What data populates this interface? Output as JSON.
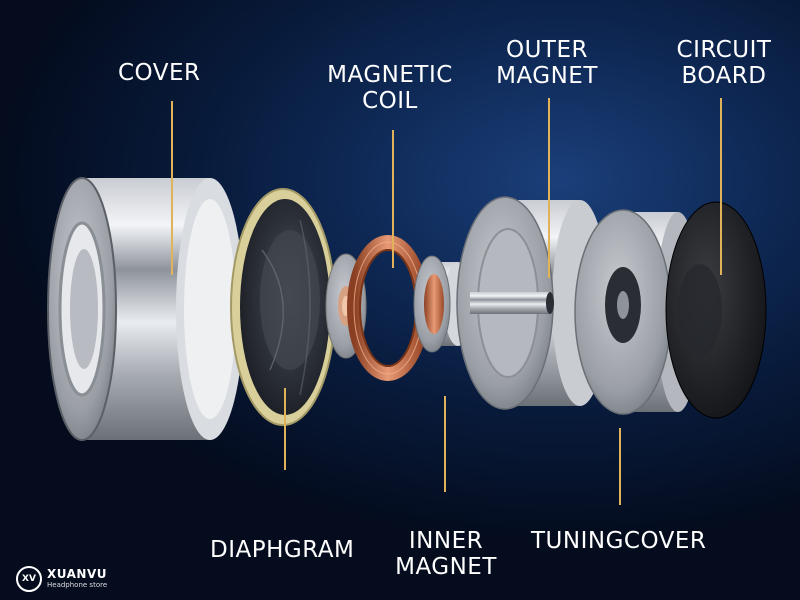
{
  "labels": {
    "cover": "COVER",
    "magnetic_coil_1": "MAGNETIC",
    "magnetic_coil_2": "COIL",
    "outer_magnet_1": "OUTER",
    "outer_magnet_2": "MAGNET",
    "circuit_board_1": "CIRCUIT",
    "circuit_board_2": "BOARD",
    "diaphgram": "DIAPHGRAM",
    "inner_magnet_1": "INNER",
    "inner_magnet_2": "MAGNET",
    "tuningcover": "TUNINGCOVER"
  },
  "logo": {
    "name": "XUANVU",
    "subtitle": "Headphone store",
    "mark": "XV"
  },
  "colors": {
    "leader_line": "#e0b25a",
    "copper": "#c9714e",
    "background": "#0f2a57"
  }
}
